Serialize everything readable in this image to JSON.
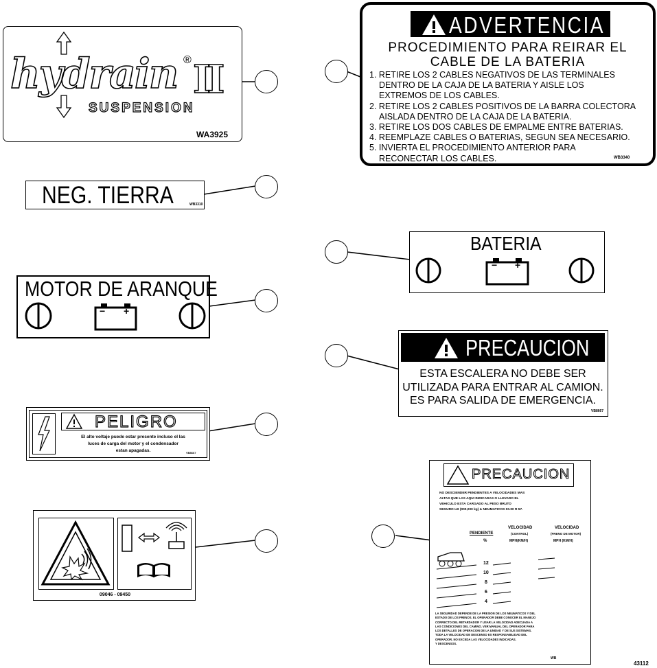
{
  "hydrain": {
    "logo": "hydrain",
    "reg": "®",
    "roman": "II",
    "suspension": "SUSPENSION",
    "code": "WA3925"
  },
  "advertencia": {
    "header": "ADVERTENCIA",
    "title_line1": "PROCEDIMIENTO PARA REIRAR EL",
    "title_line2": "CABLE DE LA BATERIA",
    "steps": [
      "1. RETIRE LOS 2 CABLES NEGATIVOS DE LAS TERMINALES",
      "DENTRO DE LA CAJA DE LA BATERIA Y AISLE LOS",
      "EXTREMOS DE LOS CABLES.",
      "2. RETIRE LOS 2 CABLES POSITIVOS DE LA BARRA COLECTORA",
      "AISLADA DENTRO DE LA CAJA DE LA BATERIA.",
      "3. RETIRE LOS DOS CABLES DE EMPALME ENTRE BATERIAS.",
      "4. REEMPLAZE CABLES O BATERIAS, SEGUN SEA NECESARIO.",
      "5. INVIERTA EL PROCEDIMIENTO ANTERIOR PARA",
      "RECONECTAR LOS CABLES."
    ],
    "code": "WB3340"
  },
  "neg_tierra": {
    "text": "NEG. TIERRA",
    "code": "WB3310"
  },
  "bateria": {
    "text": "BATERIA",
    "minus": "−",
    "plus": "+"
  },
  "motor": {
    "text": "MOTOR DE ARANQUE",
    "minus": "−",
    "plus": "+"
  },
  "precaucion_escalera": {
    "header": "PRECAUCION",
    "line1": "ESTA ESCALERA NO DEBE SER",
    "line2": "UTILIZADA PARA ENTRAR AL CAMION.",
    "line3": "ES PARA SALIDA DE EMERGENCIA.",
    "code": "VB8667"
  },
  "peligro": {
    "header": "PELIGRO",
    "line1": "El alto voltaje puede estar presente incluso el las",
    "line2": "luces de carga del motor y el condensador",
    "line3": "estan apagadas.",
    "code": "VB8667"
  },
  "pictogram": {
    "code": "09046 - 09450"
  },
  "precaucion_pendiente": {
    "header": "PRECAUCION",
    "intro": [
      "NO DESCIENDER PENDIENTES A VELOCIDADES MAS",
      "ALTAS QUE LAS AQUI INDICADAS O LLEVADO EL",
      "VEHICULO ESTA CARGADO AL PESO BRUTO",
      "SEGURO LB (000,000 kg) & NEUMATICOS 00.00 R 57."
    ],
    "col_pendiente": "PENDIENTE",
    "col_pct": "%",
    "col_vel1": "VELOCIDAD",
    "col_vel1_sub": "(CONTROL)",
    "col_vel1_unit": "MPH(KM/H)",
    "col_vel2": "VELOCIDAD",
    "col_vel2_sub": "(FRENO DE MOTOR)",
    "col_vel2_unit": "MPH (KM/H)",
    "grades": [
      "12",
      "10",
      "8",
      "6",
      "4"
    ],
    "footer": [
      "LA SEGURIDAD DEPENDE DE LA PRESION DE LOS NEUMATICOS Y DEL",
      "ESTADO DE LOS FRENOS. EL OPERADOR DEBE CONOCER EL MANEJO",
      "CORRECTO DEL RETARDADOR Y USAR LA VELOCIDAD ADECUADA A",
      "LAS CONDICIONES DEL CAMINO. VER MANUAL DEL OPERADOR PARA",
      "LOS DETALLES DE OPERACION DE LA UNIDAD Y DE SUS SISTEMAS.",
      "TODA LA VELOCIDAD DE DESCENSO ES RESPONSABILIDAD DEL",
      "OPERADOR. NO EXCEDA LAS VELOCIDADES INDICADAS.",
      "Y DESCENSOS."
    ],
    "code": "WB"
  },
  "figure_number": "43112"
}
